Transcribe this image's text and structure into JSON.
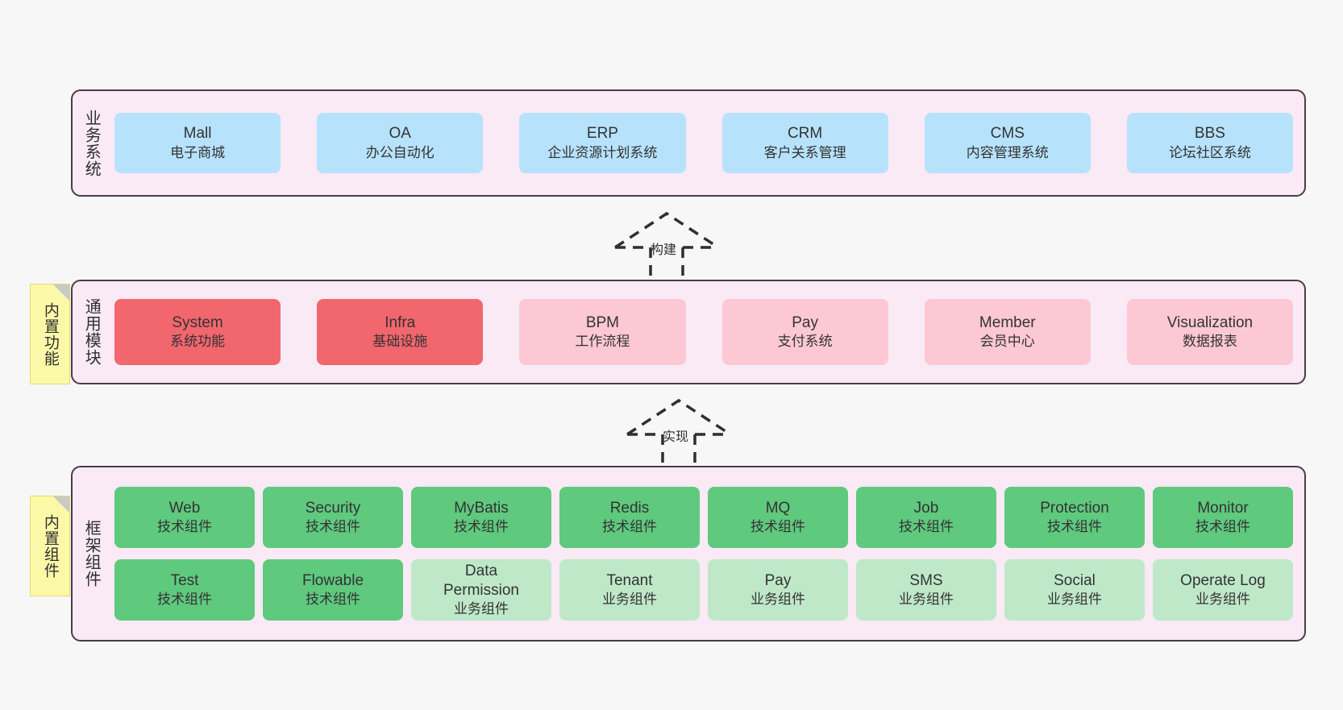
{
  "diagram": {
    "background_color": "#f7f7f7",
    "layer_fill": "#f9eaf5",
    "layer_border": "#4a3b46",
    "note_fill": "#fbf9a8"
  },
  "notes": [
    {
      "name": "built-in-functions",
      "text": "内置功能"
    },
    {
      "name": "built-in-components",
      "text": "内置组件"
    }
  ],
  "connectors": [
    {
      "name": "build",
      "label": "构建",
      "style": "dashed-hollow-arrow-up"
    },
    {
      "name": "implement",
      "label": "实现",
      "style": "dashed-hollow-arrow-up"
    }
  ],
  "layers": [
    {
      "id": "business",
      "title": "业务系统",
      "color": "#b7e2fb",
      "items": [
        {
          "en": "Mall",
          "cn": "电子商城"
        },
        {
          "en": "OA",
          "cn": "办公自动化"
        },
        {
          "en": "ERP",
          "cn": "企业资源计划系统"
        },
        {
          "en": "CRM",
          "cn": "客户关系管理"
        },
        {
          "en": "CMS",
          "cn": "内容管理系统"
        },
        {
          "en": "BBS",
          "cn": "论坛社区系统"
        }
      ]
    },
    {
      "id": "modules",
      "title": "通用模块",
      "color": "#fcc8d4",
      "highlight_color": "#f2666e",
      "items": [
        {
          "en": "System",
          "cn": "系统功能",
          "highlight": true
        },
        {
          "en": "Infra",
          "cn": "基础设施",
          "highlight": true
        },
        {
          "en": "BPM",
          "cn": "工作流程",
          "highlight": false
        },
        {
          "en": "Pay",
          "cn": "支付系统",
          "highlight": false
        },
        {
          "en": "Member",
          "cn": "会员中心",
          "highlight": false
        },
        {
          "en": "Visualization",
          "cn": "数据报表",
          "highlight": false
        }
      ]
    },
    {
      "id": "framework",
      "title": "框架组件",
      "color": "#5fc97e",
      "secondary_color": "#bfe8c9",
      "rows": [
        [
          {
            "en": "Web",
            "cn": "技术组件"
          },
          {
            "en": "Security",
            "cn": "技术组件"
          },
          {
            "en": "MyBatis",
            "cn": "技术组件"
          },
          {
            "en": "Redis",
            "cn": "技术组件"
          },
          {
            "en": "MQ",
            "cn": "技术组件"
          },
          {
            "en": "Job",
            "cn": "技术组件"
          },
          {
            "en": "Protection",
            "cn": "技术组件"
          },
          {
            "en": "Monitor",
            "cn": "技术组件"
          }
        ],
        [
          {
            "en": "Test",
            "cn": "技术组件",
            "kind": "tech"
          },
          {
            "en": "Flowable",
            "cn": "技术组件",
            "kind": "tech"
          },
          {
            "en": "Data Permission",
            "cn": "业务组件",
            "kind": "biz"
          },
          {
            "en": "Tenant",
            "cn": "业务组件",
            "kind": "biz"
          },
          {
            "en": "Pay",
            "cn": "业务组件",
            "kind": "biz"
          },
          {
            "en": "SMS",
            "cn": "业务组件",
            "kind": "biz"
          },
          {
            "en": "Social",
            "cn": "业务组件",
            "kind": "biz"
          },
          {
            "en": "Operate Log",
            "cn": "业务组件",
            "kind": "biz"
          }
        ]
      ]
    }
  ]
}
